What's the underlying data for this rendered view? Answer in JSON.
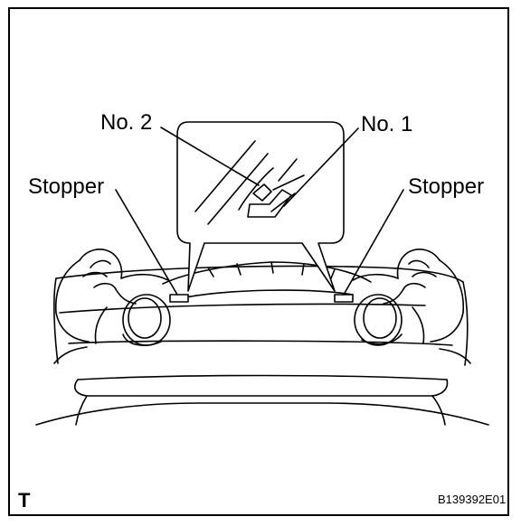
{
  "labels": {
    "no2": "No. 2",
    "no1": "No. 1",
    "stopper_left": "Stopper",
    "stopper_right": "Stopper",
    "corner_mark": "T",
    "figure_code": "B139392E01"
  },
  "colors": {
    "line": "#000000",
    "background": "#ffffff"
  }
}
